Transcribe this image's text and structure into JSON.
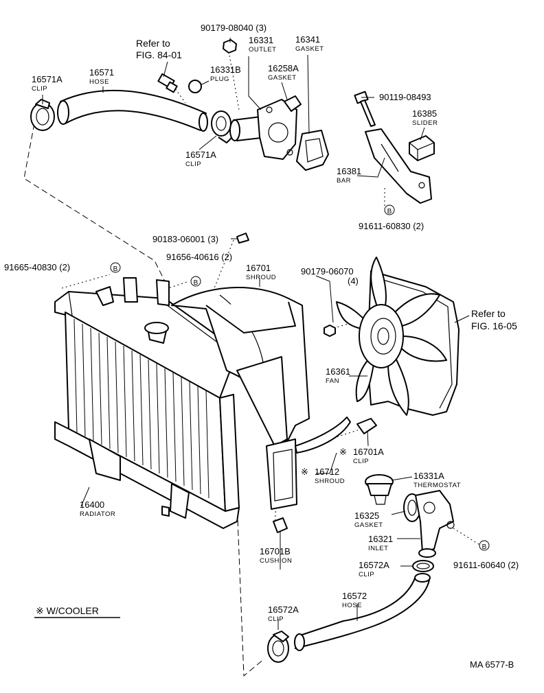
{
  "labels": [
    {
      "id": "l01",
      "number": "90179-08040 (3)",
      "name": ""
    },
    {
      "id": "l02",
      "number": "16331",
      "name": "OUTLET"
    },
    {
      "id": "l03",
      "number": "16341",
      "name": "GASKET"
    },
    {
      "id": "l04",
      "number": "Refer to",
      "name": "FIG. 84-01"
    },
    {
      "id": "l05",
      "number": "16331B",
      "name": "PLUG"
    },
    {
      "id": "l06",
      "number": "16258A",
      "name": "GASKET"
    },
    {
      "id": "l07",
      "number": "16571A",
      "name": "CLIP"
    },
    {
      "id": "l08",
      "number": "16571",
      "name": "HOSE"
    },
    {
      "id": "l09",
      "number": "90119-08493",
      "name": ""
    },
    {
      "id": "l10",
      "number": "16385",
      "name": "SLIDER"
    },
    {
      "id": "l11",
      "number": "16571A",
      "name": "CLIP"
    },
    {
      "id": "l12",
      "number": "16381",
      "name": "BAR"
    },
    {
      "id": "l13",
      "number": "91611-60830 (2)",
      "name": ""
    },
    {
      "id": "l14",
      "number": "90183-06001 (3)",
      "name": ""
    },
    {
      "id": "l15",
      "number": "91656-40616 (2)",
      "name": ""
    },
    {
      "id": "l16",
      "number": "91665-40830 (2)",
      "name": ""
    },
    {
      "id": "l17",
      "number": "16701",
      "name": "SHROUD"
    },
    {
      "id": "l18",
      "number": "90179-06070",
      "name": "(4)"
    },
    {
      "id": "l19",
      "number": "Refer to",
      "name": "FIG. 16-05"
    },
    {
      "id": "l20",
      "number": "16361",
      "name": "FAN"
    },
    {
      "id": "l21",
      "number": "16701A",
      "name": "CLIP"
    },
    {
      "id": "l22",
      "number": "16712",
      "name": "SHROUD"
    },
    {
      "id": "l23",
      "number": "16331A",
      "name": "THERMOSTAT"
    },
    {
      "id": "l24",
      "number": "16400",
      "name": "RADIATOR"
    },
    {
      "id": "l25",
      "number": "16325",
      "name": "GASKET"
    },
    {
      "id": "l26",
      "number": "16321",
      "name": "INLET"
    },
    {
      "id": "l27",
      "number": "91611-60640 (2)",
      "name": ""
    },
    {
      "id": "l28",
      "number": "16701B",
      "name": "CUSHION"
    },
    {
      "id": "l29",
      "number": "16572A",
      "name": "CLIP"
    },
    {
      "id": "l30",
      "number": "16572",
      "name": "HOSE"
    },
    {
      "id": "l31",
      "number": "16572A",
      "name": "CLIP"
    }
  ],
  "symbols": {
    "b_marker": "B",
    "cooler_mark": "※"
  },
  "legend": {
    "text": "※ W/COOLER"
  },
  "figure_code": "MA  6577-B"
}
